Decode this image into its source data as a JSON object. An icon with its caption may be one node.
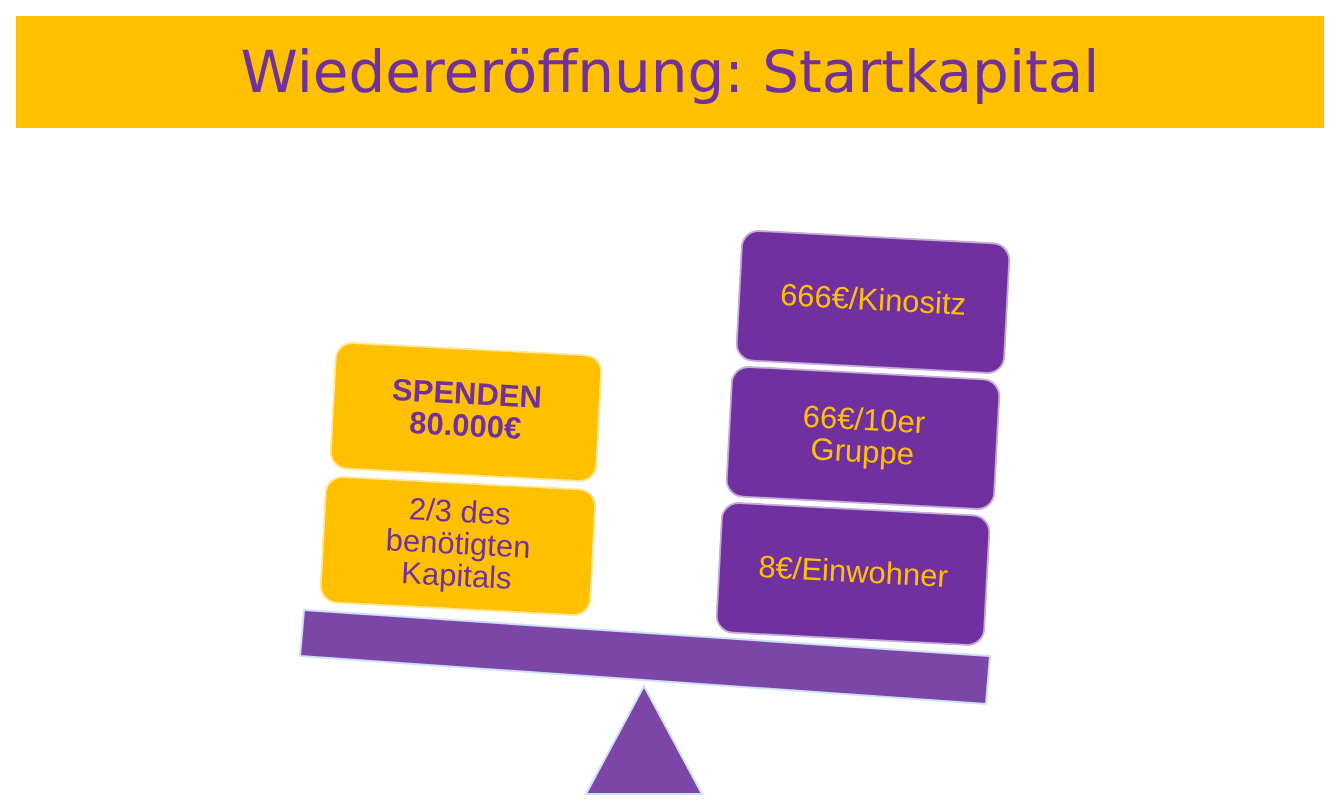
{
  "diagram": {
    "title": "Wiedereröffnung: Startkapital",
    "nodes": [
      {
        "text": [
          "SPENDEN 80.000€"
        ]
      },
      {
        "text": [
          "2/3 des benötigten Kapitals"
        ]
      },
      {
        "text": [
          "666€/Kinositz"
        ]
      },
      {
        "text": [
          "66€/10er Gruppe"
        ]
      },
      {
        "text": [
          "8€/Einwohner"
        ]
      }
    ]
  }
}
